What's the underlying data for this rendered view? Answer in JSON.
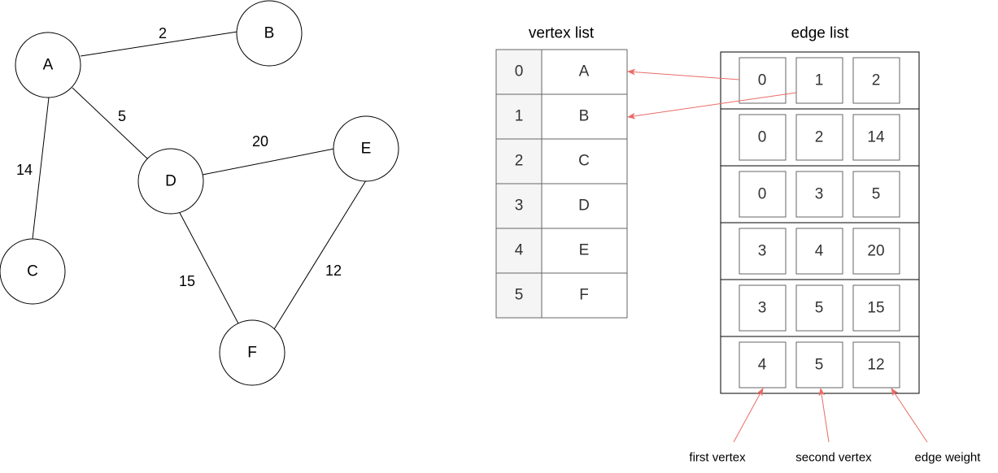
{
  "graph": {
    "nodes": [
      {
        "id": "A",
        "label": "A"
      },
      {
        "id": "B",
        "label": "B"
      },
      {
        "id": "C",
        "label": "C"
      },
      {
        "id": "D",
        "label": "D"
      },
      {
        "id": "E",
        "label": "E"
      },
      {
        "id": "F",
        "label": "F"
      }
    ],
    "edges": [
      {
        "from": "A",
        "to": "B",
        "weight": "2"
      },
      {
        "from": "A",
        "to": "D",
        "weight": "5"
      },
      {
        "from": "A",
        "to": "C",
        "weight": "14"
      },
      {
        "from": "D",
        "to": "E",
        "weight": "20"
      },
      {
        "from": "D",
        "to": "F",
        "weight": "15"
      },
      {
        "from": "E",
        "to": "F",
        "weight": "12"
      }
    ]
  },
  "vertex_list": {
    "title": "vertex list",
    "rows": [
      {
        "index": "0",
        "value": "A"
      },
      {
        "index": "1",
        "value": "B"
      },
      {
        "index": "2",
        "value": "C"
      },
      {
        "index": "3",
        "value": "D"
      },
      {
        "index": "4",
        "value": "E"
      },
      {
        "index": "5",
        "value": "F"
      }
    ]
  },
  "edge_list": {
    "title": "edge list",
    "rows": [
      [
        "0",
        "1",
        "2"
      ],
      [
        "0",
        "2",
        "14"
      ],
      [
        "0",
        "3",
        "5"
      ],
      [
        "3",
        "4",
        "20"
      ],
      [
        "3",
        "5",
        "15"
      ],
      [
        "4",
        "5",
        "12"
      ]
    ]
  },
  "annotations": {
    "first_vertex": "first vertex",
    "second_vertex": "second vertex",
    "edge_weight": "edge weight"
  },
  "colors": {
    "arrow": "#ea6b66",
    "index_fill": "#f5f5f5"
  }
}
